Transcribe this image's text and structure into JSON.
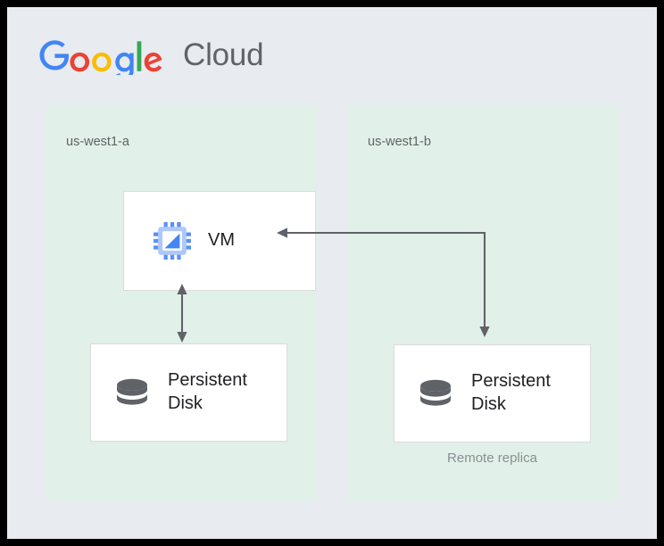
{
  "brand": {
    "logo_icon": "google-logo-icon",
    "google_word": "Google",
    "cloud_word": "Cloud",
    "colors": {
      "blue": "#4285F4",
      "red": "#EA4335",
      "yellow": "#FBBC05",
      "green": "#34A853",
      "cloud_gray": "#5F6368"
    }
  },
  "canvas": {
    "background": "#e8ebef",
    "frame_color": "#000000"
  },
  "zones": [
    {
      "id": "us-west1-a",
      "label": "us-west1-a",
      "background": "#e1f0e8",
      "nodes": [
        {
          "id": "vm",
          "label": "VM",
          "icon": "cpu-chip-icon",
          "icon_colors": {
            "pin": "#5b91f5",
            "frame": "#aec8fa",
            "accent": "#4285f4"
          }
        },
        {
          "id": "persistent-disk-primary",
          "label": "Persistent Disk",
          "icon": "database-disk-icon",
          "icon_colors": {
            "body": "#5f6368"
          }
        }
      ]
    },
    {
      "id": "us-west1-b",
      "label": "us-west1-b",
      "background": "#e1f0e8",
      "nodes": [
        {
          "id": "persistent-disk-replica",
          "label": "Persistent Disk",
          "icon": "database-disk-icon",
          "icon_colors": {
            "body": "#5f6368"
          },
          "caption": "Remote replica"
        }
      ]
    }
  ],
  "connectors": [
    {
      "id": "vm-to-disk",
      "from": "vm",
      "to": "persistent-disk-primary",
      "style": "double-headed-vertical-arrow",
      "color": "#5f6368"
    },
    {
      "id": "replica-elbow",
      "from": "persistent-disk-replica",
      "to": "vm",
      "style": "elbow-arrow-both-ends",
      "color": "#5f6368"
    }
  ]
}
